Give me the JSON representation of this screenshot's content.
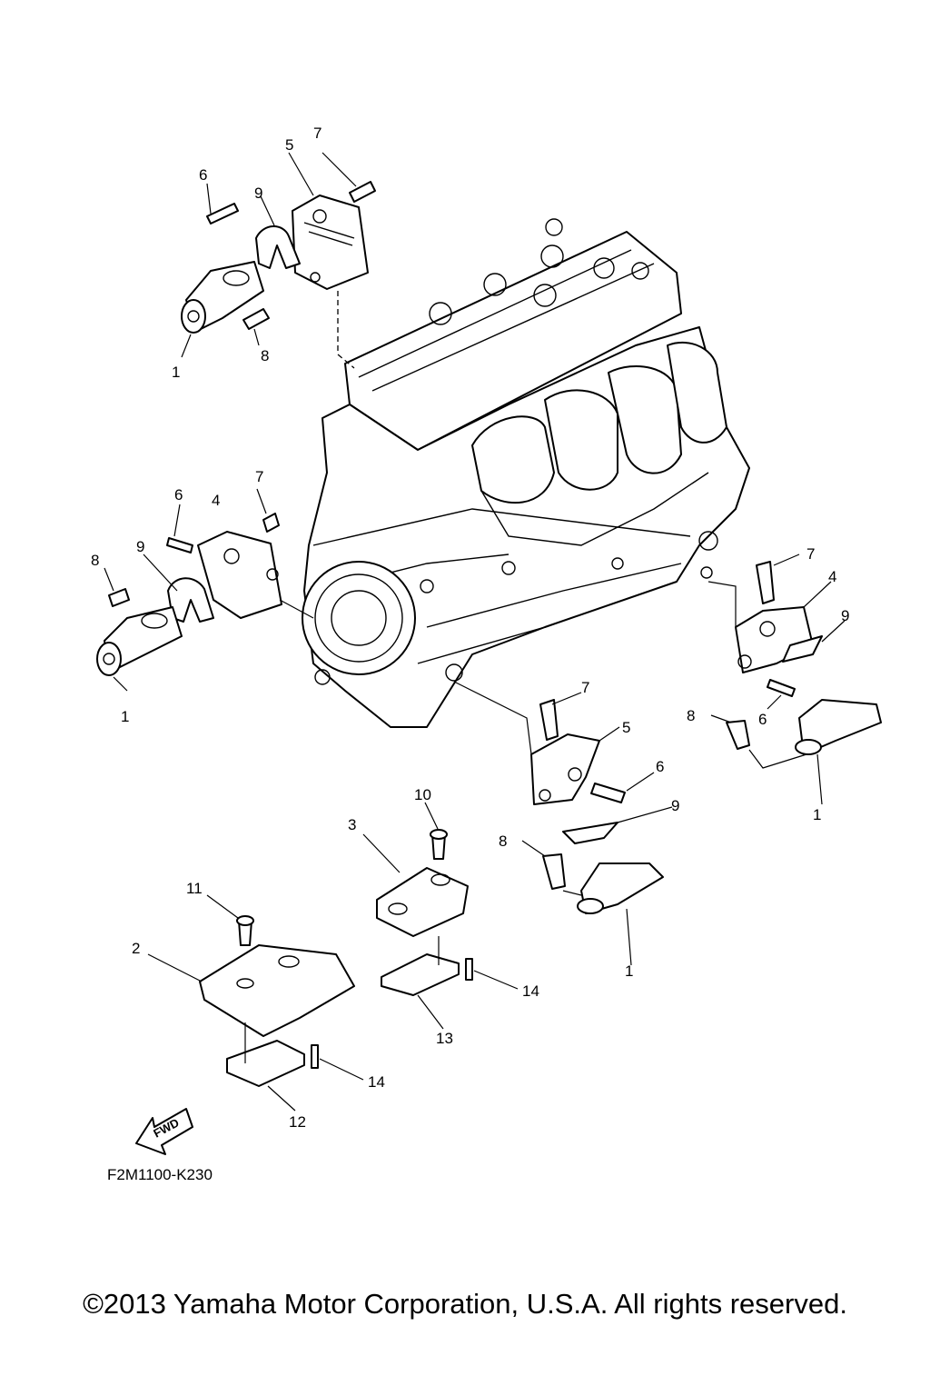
{
  "diagram": {
    "reference_code": "F2M1100-K230",
    "copyright": "©2013 Yamaha Motor Corporation, U.S.A. All rights reserved.",
    "fwd_label": "FWD",
    "callouts": {
      "c1a": "1",
      "c1b": "1",
      "c1c": "1",
      "c1d": "1",
      "c2": "2",
      "c3": "3",
      "c4a": "4",
      "c4b": "4",
      "c5a": "5",
      "c5b": "5",
      "c6a": "6",
      "c6b": "6",
      "c6c": "6",
      "c6d": "6",
      "c7a": "7",
      "c7b": "7",
      "c7c": "7",
      "c7d": "7",
      "c8a": "8",
      "c8b": "8",
      "c8c": "8",
      "c8d": "8",
      "c9a": "9",
      "c9b": "9",
      "c9c": "9",
      "c9d": "9",
      "c10": "10",
      "c11": "11",
      "c12": "12",
      "c13": "13",
      "c14a": "14",
      "c14b": "14"
    }
  }
}
